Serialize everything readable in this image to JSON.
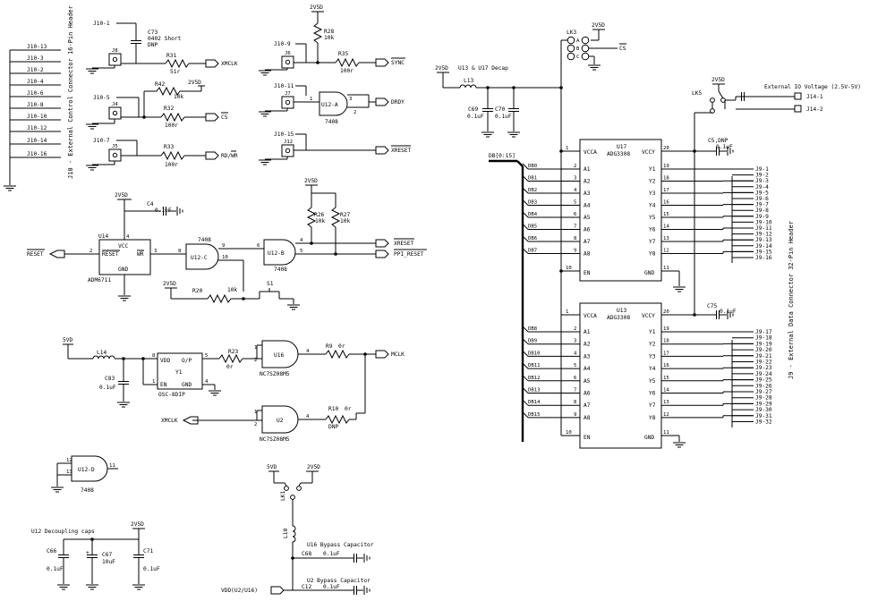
{
  "j10": {
    "pins": [
      "J10-13",
      "J10-3",
      "J10-2",
      "J10-4",
      "J10-6",
      "J10-8",
      "J10-10",
      "J10-12",
      "J10-14",
      "J10-16"
    ],
    "title": "J10 - External Control Connector 16-Pin Header"
  },
  "top": {
    "j10_1": "J10-1",
    "c73": "C73",
    "c73_val": "0402 Short",
    "c73_dnp": "DNP",
    "j8": "J8",
    "r31": "R31",
    "r31_val": "51r",
    "xmclk": "XMCLK",
    "j10_5": "J10-5",
    "r42": "R42",
    "r42_val": "10k",
    "v25_r42": "2V5D",
    "j4": "J4",
    "r32": "R32",
    "r32_val": "100r",
    "cs": "CS",
    "j10_7": "J10-7",
    "j5": "J5",
    "r33": "R33",
    "r33_val": "100r",
    "rdwr": "RD/WR",
    "v25_r28": "2V5D",
    "r28": "R28",
    "r28_val": "10k",
    "j10_9": "J10-9",
    "j6": "J6",
    "r35": "R35",
    "r35_val": "100r",
    "sync": "SYNC",
    "j10_11": "J10-11",
    "j7": "J7",
    "u12a": "U12-A",
    "u12a_p1": "1",
    "u12a_p2": "2",
    "u12a_p3": "3",
    "u12a_part": "7408",
    "drdy": "DRDY",
    "j10_15": "J10-15",
    "j12": "J12",
    "xreset_top": "XRESET"
  },
  "reset": {
    "v25": "2V5D",
    "c4": "C4",
    "c4_val": "0.1uF",
    "u14": "U14",
    "vcc": "VCC",
    "reset_pin": "RESET",
    "wr": "WR",
    "gnd": "GND",
    "part": "ADM6711",
    "p2": "2",
    "p3": "3",
    "p4": "4",
    "p8": "8",
    "p9": "9",
    "p10": "10",
    "reset_in": "RESET",
    "u12c": "U12-C",
    "u12c_part": "7408",
    "u12b": "U12-B",
    "u12b_part": "7408",
    "p4b": "4",
    "p5b": "5",
    "p6": "6",
    "v25b": "2V5D",
    "r26": "R26",
    "r26_val": "10k",
    "r27": "R27",
    "r27_val": "10k",
    "xreset": "XRESET",
    "ppi_reset": "PPI_RESET",
    "v25c": "2V5D",
    "r20": "R20",
    "r20_val": "10k",
    "s1": "S1"
  },
  "osc": {
    "v5": "5VD",
    "l14": "L14",
    "c83": "C83",
    "c83_val": "0.1uF",
    "vdd": "VDD",
    "op": "O/P",
    "en": "EN",
    "gnd": "GND",
    "y1": "Y1",
    "part": "OSC-8DIP",
    "p8": "8",
    "p5": "5",
    "p1": "1",
    "p4": "4",
    "r23": "R23",
    "r23_val": "0r",
    "u16": "U16",
    "u16_part": "NC7SZ08M5",
    "p1a": "1",
    "p2a": "2",
    "p4a": "4",
    "r9": "R9",
    "r9_val": "0r",
    "mclk": "MCLK",
    "r10": "R10",
    "r10_val": "0r",
    "r10_dnp": "DNP",
    "u2": "U2",
    "u2_part": "NC7SZ08M5",
    "p1b": "1",
    "p2b": "2",
    "p4b": "4",
    "xmclk": "XMCLK"
  },
  "u12d": {
    "p12": "12",
    "p13": "13",
    "p11": "11",
    "name": "U12-D",
    "part": "7408"
  },
  "decap": {
    "title": "U12 Decoupling caps",
    "v25": "2V5D",
    "c66": "C66",
    "c66_val": "0.1uF",
    "c67": "C67",
    "c67_val": "10uF",
    "c71": "C71",
    "c71_val": "0.1uF"
  },
  "bypass": {
    "v5": "5VD",
    "v25": "2V5D",
    "lk1": "LK1",
    "l10": "L10",
    "u16_title": "U16 Bypass Capacitor",
    "c68": "C68",
    "c68_val": "0.1uF",
    "u2_title": "U2 Bypass Capacitor",
    "c12": "C12",
    "c12_val": "0.1uF",
    "vdd": "VDD(U2/U16)"
  },
  "right": {
    "v25": "2V5D",
    "decap_title": "U13 & U17 Decap",
    "l13": "L13",
    "c69": "C69",
    "c69_val": "0.1uF",
    "c70": "C70",
    "c70_val": "0.1uF",
    "lk3": "LK3",
    "lk3_v25": "2V5D",
    "lk3_a": "A",
    "lk3_b": "B",
    "lk3_c": "C",
    "lk3_cs": "CS",
    "lk5": "LK5",
    "lk5_v25": "2V5D",
    "ext_io": "External IO Voltage (2.5V-5V)",
    "j14_1": "J14-1",
    "j14_2": "J14-2",
    "db_bus": "DB[0:15]",
    "u17": "U17",
    "u17_part": "ADG3308",
    "u13": "U13",
    "u13_part": "ADG3308",
    "vcca": "VCCA",
    "vccy": "VCCY",
    "en": "EN",
    "gnd": "GND",
    "a_pins": [
      "A1",
      "A2",
      "A3",
      "A4",
      "A5",
      "A6",
      "A7",
      "A8"
    ],
    "y_pins": [
      "Y1",
      "Y2",
      "Y3",
      "Y4",
      "Y5",
      "Y6",
      "Y7",
      "Y8"
    ],
    "a_nums": [
      "2",
      "3",
      "4",
      "5",
      "6",
      "7",
      "8",
      "9"
    ],
    "y_nums": [
      "19",
      "18",
      "17",
      "16",
      "15",
      "14",
      "13",
      "12"
    ],
    "p1": "1",
    "p10": "10",
    "p20": "20",
    "p11": "11",
    "db_lo": [
      "DB0",
      "DB1",
      "DB2",
      "DB3",
      "DB4",
      "DB5",
      "DB6",
      "DB7"
    ],
    "db_hi": [
      "DB8",
      "DB9",
      "DB10",
      "DB11",
      "DB12",
      "DB13",
      "DB14",
      "DB15"
    ],
    "c5": "C5,DNP",
    "c5_val": "0.1uF",
    "c75": "C75",
    "c75_val": "0.1uF",
    "j9_top": [
      "J9-1",
      "J9-2",
      "J9-3",
      "J9-4",
      "J9-5",
      "J9-6",
      "J9-7",
      "J9-8",
      "J9-9",
      "J9-10",
      "J9-11",
      "J9-12",
      "J9-13",
      "J9-14",
      "J9-15",
      "J9-16"
    ],
    "j9_bot": [
      "J9-17",
      "J9-18",
      "J9-19",
      "J9-20",
      "J9-21",
      "J9-22",
      "J9-23",
      "J9-24",
      "J9-25",
      "J9-26",
      "J9-27",
      "J9-28",
      "J9-29",
      "J9-30",
      "J9-31",
      "J9-32"
    ],
    "j9_title": "J9 - External Data Connector 32-Pin Header"
  }
}
